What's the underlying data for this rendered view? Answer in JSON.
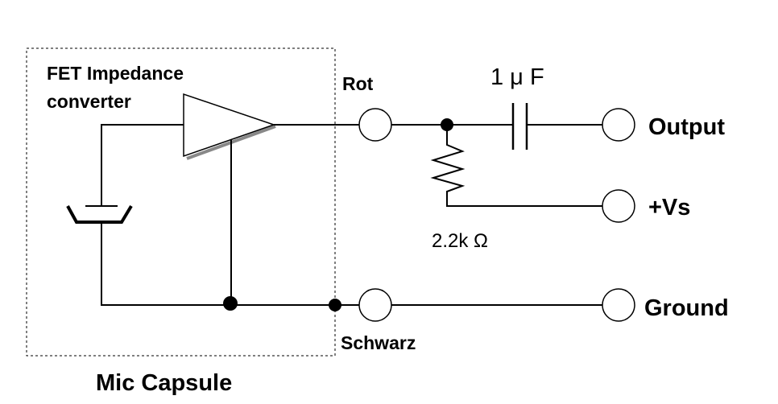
{
  "capsule": {
    "amp_label_line1": "FET Impedance",
    "amp_label_line2": "converter",
    "title": "Mic Capsule"
  },
  "wires": {
    "rot": "Rot",
    "schwarz": "Schwarz"
  },
  "components": {
    "capacitor_value": "1 μ F",
    "resistor_value": "2.2k Ω"
  },
  "terminals": {
    "output": "Output",
    "vs": "+Vs",
    "ground": "Ground"
  }
}
